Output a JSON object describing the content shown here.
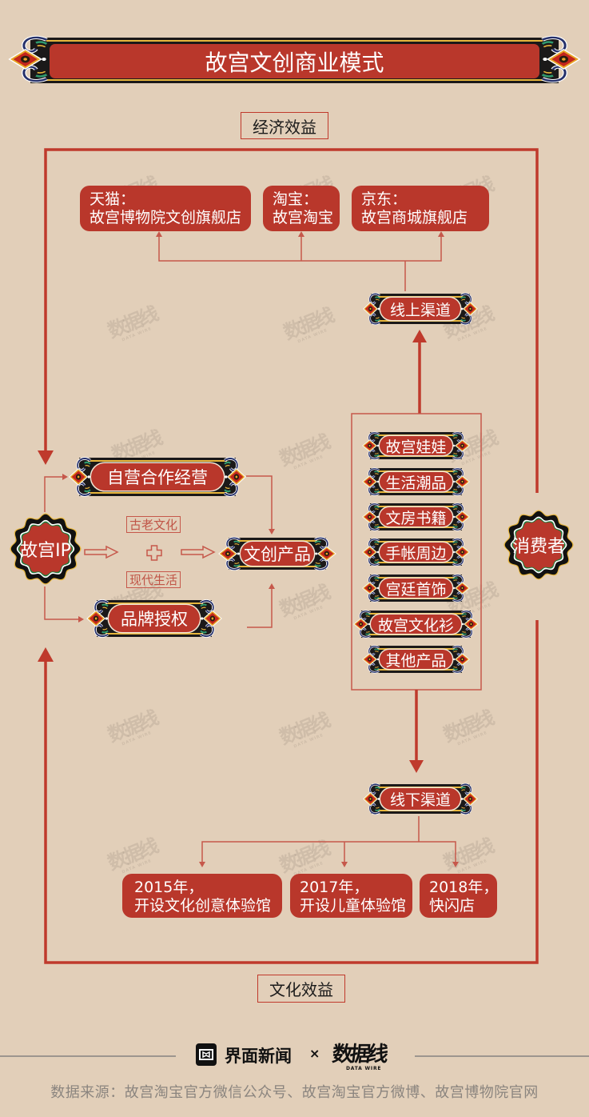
{
  "title": "故宫文创商业模式",
  "benefits": {
    "economic": "经济效益",
    "cultural": "文化效益"
  },
  "online": {
    "banner": "线上渠道",
    "stores": [
      {
        "platform": "天猫：",
        "name": "故宫博物院文创旗舰店"
      },
      {
        "platform": "淘宝：",
        "name": "故宫淘宝"
      },
      {
        "platform": "京东：",
        "name": "故宫商城旗舰店"
      }
    ]
  },
  "source_ip": "故宫IP",
  "modes": {
    "self": "自营合作经营",
    "license": "品牌授权"
  },
  "formula": {
    "top": "古老文化",
    "bottom": "现代生活"
  },
  "product_hub": "文创产品",
  "products": [
    "故宫娃娃",
    "生活潮品",
    "文房书籍",
    "手帐周边",
    "宫廷首饰",
    "故宫文化衫",
    "其他产品"
  ],
  "consumer": "消费者",
  "offline": {
    "banner": "线下渠道",
    "stores": [
      {
        "year": "2015年，",
        "desc": "开设文化创意体验馆"
      },
      {
        "year": "2017年，",
        "desc": "开设儿童体验馆"
      },
      {
        "year": "2018年，",
        "desc": "快闪店"
      }
    ]
  },
  "footer": {
    "brand": "界面新闻",
    "times": "×",
    "partner": "数据线",
    "partner_sub": "DATA WIRE",
    "source": "数据来源：故宫淘宝官方微信公众号、故宫淘宝官方微博、故宫博物院官网"
  },
  "watermark": {
    "text": "数据线",
    "sub": "DATA WIRE"
  },
  "colors": {
    "background": "#e2cfb9",
    "accent_red": "#b9372b",
    "frame_red": "#bf3a2c",
    "connector": "#c6584b",
    "banner_black": "#1b1919",
    "banner_gold": "#e7b63c"
  }
}
